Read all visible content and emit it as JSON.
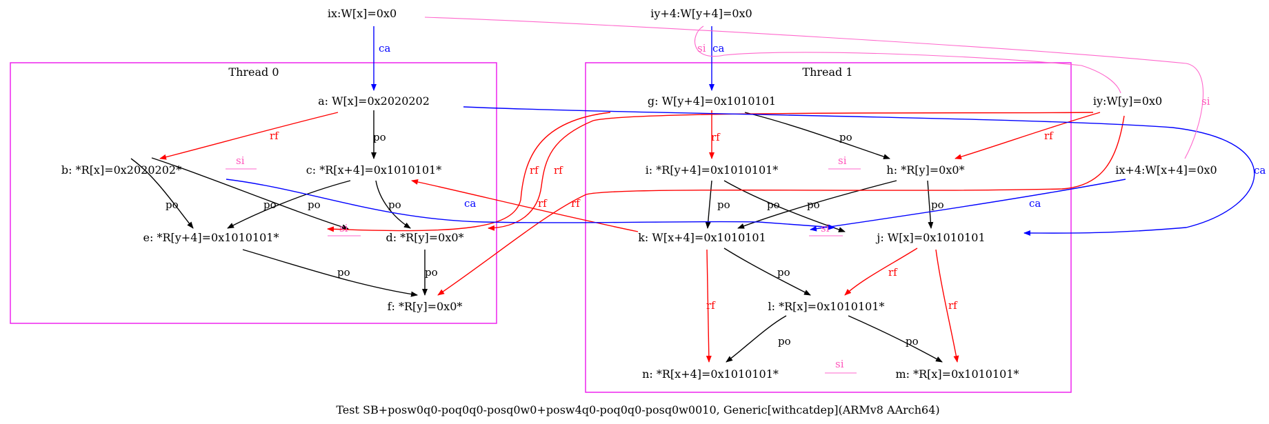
{
  "colors": {
    "po": "#000000",
    "rf": "#ff0000",
    "ca": "#0000ff",
    "si": "#ff55bb",
    "cluster": "#ee22ee"
  },
  "clusters": {
    "thread0": "Thread 0",
    "thread1": "Thread 1"
  },
  "nodes": {
    "ix": "ix:W[x]=0x0",
    "iy4": "iy+4:W[y+4]=0x0",
    "iy": "iy:W[y]=0x0",
    "ix4": "ix+4:W[x+4]=0x0",
    "a": "a: W[x]=0x2020202",
    "b": "b: *R[x]=0x2020202*",
    "c": "c: *R[x+4]=0x1010101*",
    "d": "d: *R[y]=0x0*",
    "e": "e: *R[y+4]=0x1010101*",
    "f": "f: *R[y]=0x0*",
    "g": "g: W[y+4]=0x1010101",
    "h": "h: *R[y]=0x0*",
    "i": "i: *R[y+4]=0x1010101*",
    "j": "j: W[x]=0x1010101",
    "k": "k: W[x+4]=0x1010101",
    "l": "l: *R[x]=0x1010101*",
    "m": "m: *R[x]=0x1010101*",
    "n": "n: *R[x+4]=0x1010101*"
  },
  "edge_labels": {
    "po": "po",
    "rf": "rf",
    "ca": "ca",
    "si": "si"
  },
  "caption": "Test SB+posw0q0-poq0q0-posq0w0+posw4q0-poq0q0-posq0w0010, Generic[withcatdep](ARMv8 AArch64)"
}
